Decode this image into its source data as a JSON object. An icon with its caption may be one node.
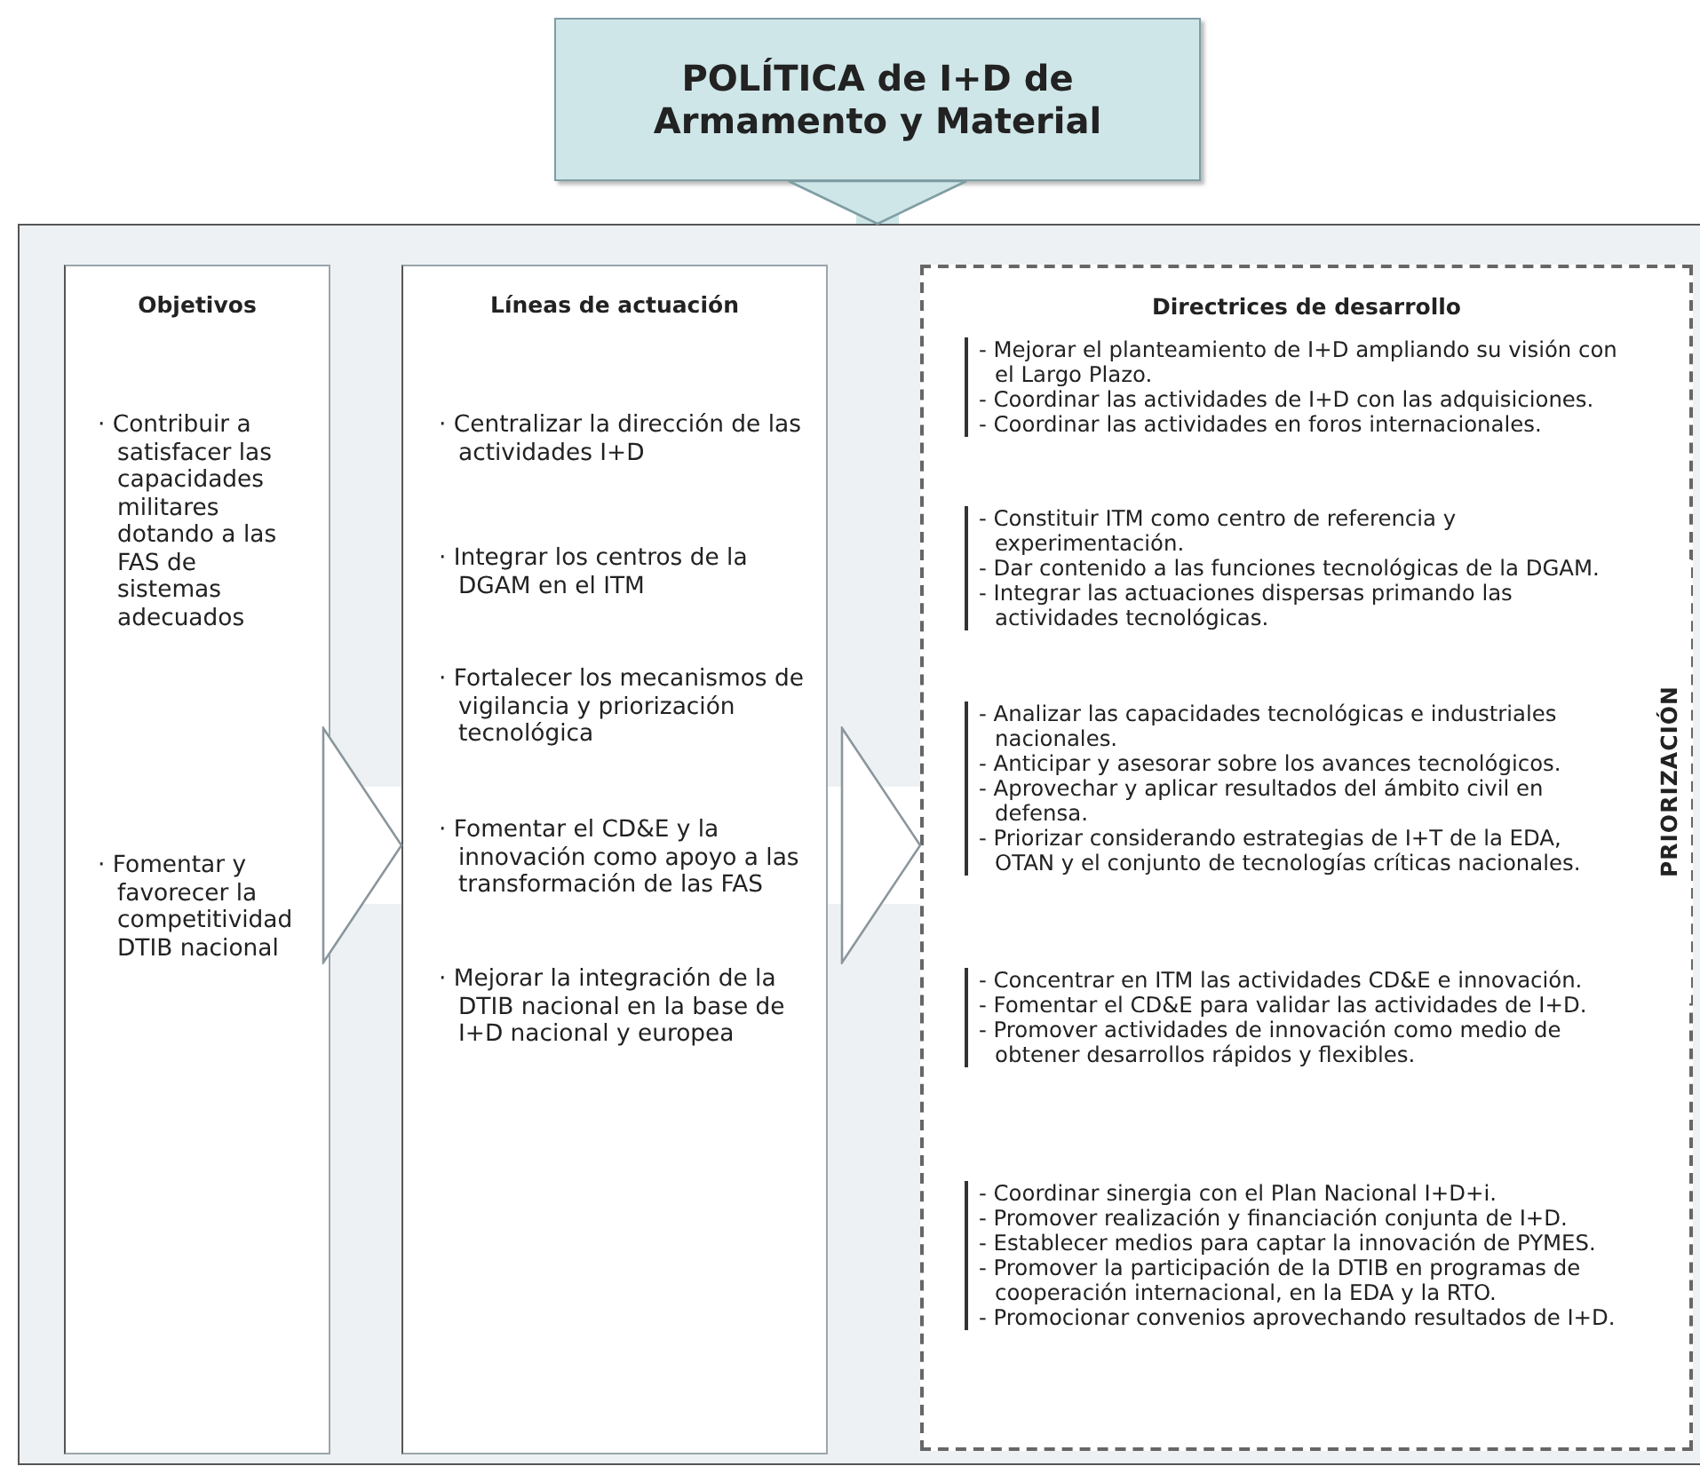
{
  "diagram": {
    "nodes": [
      {
        "text": [
          "POLÍTICA de I+D de Armamento y Material"
        ]
      },
      {
        "text": [],
        "shape": "box"
      },
      {
        "text": [
          "Objetivos",
          "· Contribuir a satisfacer las capacidades militares dotando a las FAS de sistemas adecuados",
          "· Fomentar y favorecer la competitividad DTIB nacional"
        ],
        "in": 1
      },
      {
        "text": [
          "Líneas de actuación",
          "· Centralizar la dirección de las actividades I+D",
          "· Integrar los centros de la DGAM en el ITM",
          "· Fortalecer los mecanismos de vigilancia y priorización tecnológica",
          "· Fomentar el CD&E y la innovación como apoyo a las transformación de las FAS",
          "· Mejorar la integración de la DTIB nacional en la base de I+D nacional y europea"
        ],
        "in": 1
      },
      {
        "text": [
          "Directrices de desarrollo"
        ],
        "in": 1
      },
      {
        "text": [
          "- Mejorar el planteamiento de I+D ampliando su visión con el Largo Plazo.",
          "- Coordinar las actividades de I+D con las adquisiciones.",
          "- Coordinar las actividades en foros internacionales."
        ],
        "in": 4
      },
      {
        "text": [
          "- Constituir ITM como centro de referencia y experimentación.",
          "- Dar contenido a las funciones tecnológicas de la DGAM.",
          "- Integrar las actuaciones dispersas primando las actividades tecnológicas."
        ],
        "in": 4
      },
      {
        "text": [
          "- Analizar las capacidades tecnológicas e industriales nacionales.",
          "- Anticipar y asesorar sobre los avances tecnológicos.",
          "- Aprovechar y aplicar resultados del ámbito civil en defensa.",
          "- Priorizar considerando estrategias de I+T de la EDA, OTAN y el conjunto de tecnologías críticas nacionales."
        ],
        "in": 4
      },
      {
        "text": [
          "- Concentrar en ITM las actividades CD&E e innovación.",
          "- Fomentar el CD&E para validar las actividades de I+D.",
          "- Promover actividades de innovación como medio de obtener desarrollos rápidos y flexibles."
        ],
        "in": 4
      },
      {
        "text": [
          "- Coordinar sinergia con el Plan Nacional I+D+i.",
          "- Promover realización y financiación conjunta de I+D.",
          "- Establecer medios para captar la innovación de PYMES.",
          "- Promover la participación de la DTIB en programas de cooperación internacional, en la EDA y la RTO.",
          "- Promocionar convenios aprovechando resultados de I+D."
        ],
        "in": 4
      }
    ],
    "edges": [
      {
        "from": 0,
        "to": 1,
        "arrow": "to"
      },
      {
        "from": 2,
        "to": 3,
        "arrow": "to"
      },
      {
        "from": 3,
        "to": 4,
        "arrow": "to"
      }
    ],
    "labels": [
      "PRIORIZACIÓN"
    ]
  }
}
